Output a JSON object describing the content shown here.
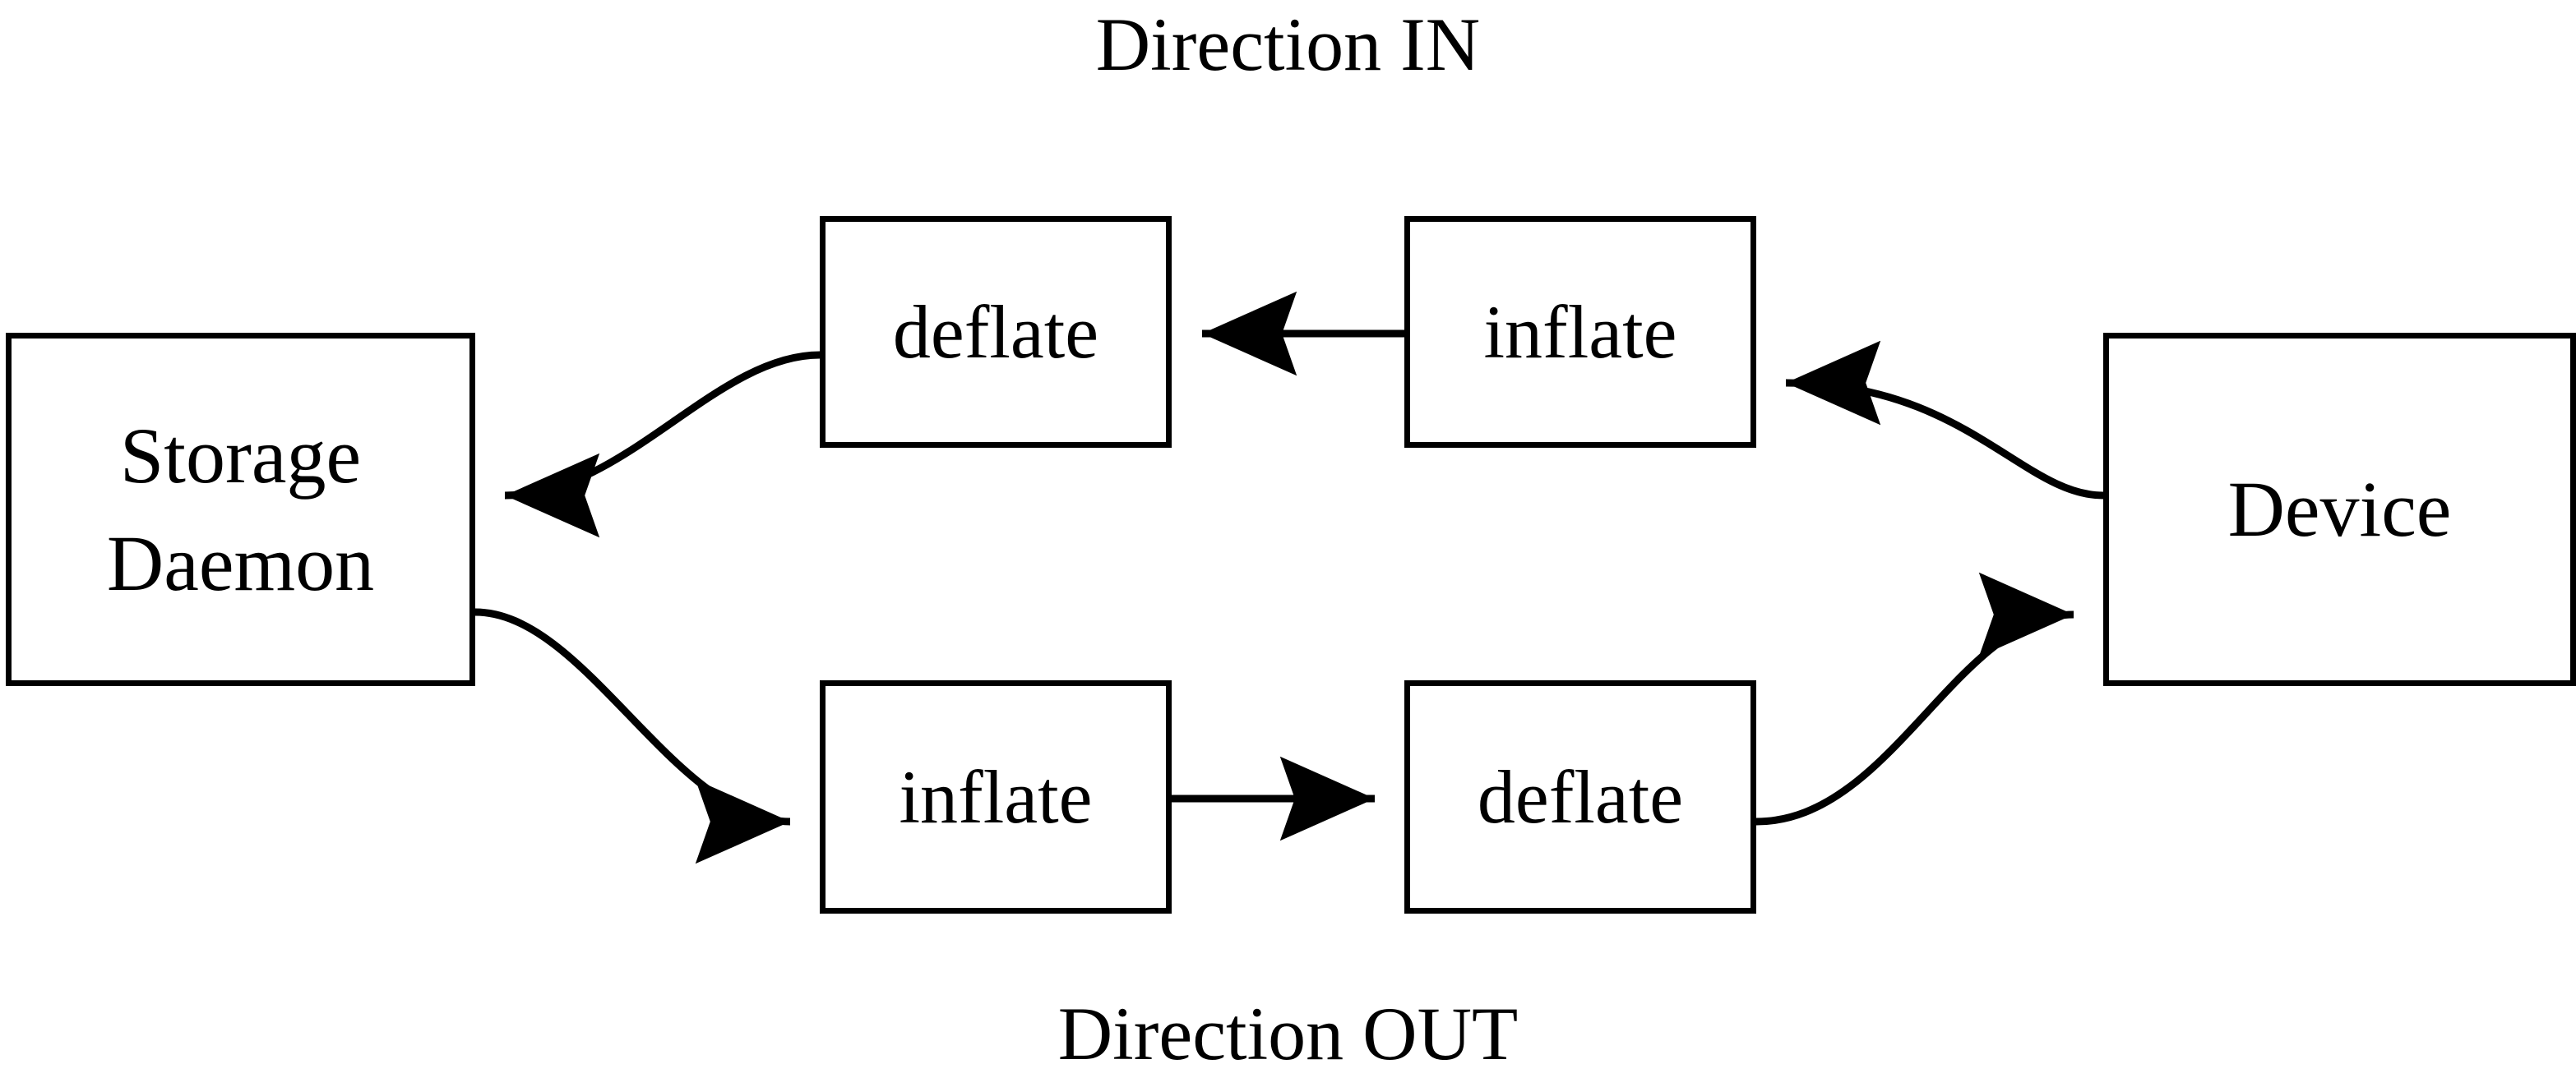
{
  "diagram": {
    "title_top": "Direction IN",
    "title_bottom": "Direction OUT",
    "stroke_color": "#000000",
    "background_color": "#ffffff",
    "nodes": [
      {
        "id": "storage-daemon",
        "lines": [
          "Storage",
          "Daemon"
        ]
      },
      {
        "id": "deflate-in",
        "lines": [
          "deflate"
        ]
      },
      {
        "id": "inflate-in",
        "lines": [
          "inflate"
        ]
      },
      {
        "id": "inflate-out",
        "lines": [
          "inflate"
        ]
      },
      {
        "id": "deflate-out",
        "lines": [
          "deflate"
        ]
      },
      {
        "id": "device",
        "lines": [
          "Device"
        ]
      }
    ],
    "edges": [
      {
        "from": "device",
        "to": "inflate-in",
        "row": "in",
        "style": "curved",
        "arrow": "to"
      },
      {
        "from": "inflate-in",
        "to": "deflate-in",
        "row": "in",
        "style": "straight",
        "arrow": "to"
      },
      {
        "from": "deflate-in",
        "to": "storage-daemon",
        "row": "in",
        "style": "curved",
        "arrow": "to"
      },
      {
        "from": "storage-daemon",
        "to": "inflate-out",
        "row": "out",
        "style": "curved",
        "arrow": "to"
      },
      {
        "from": "inflate-out",
        "to": "deflate-out",
        "row": "out",
        "style": "straight",
        "arrow": "to"
      },
      {
        "from": "deflate-out",
        "to": "device",
        "row": "out",
        "style": "curved",
        "arrow": "to"
      }
    ]
  }
}
